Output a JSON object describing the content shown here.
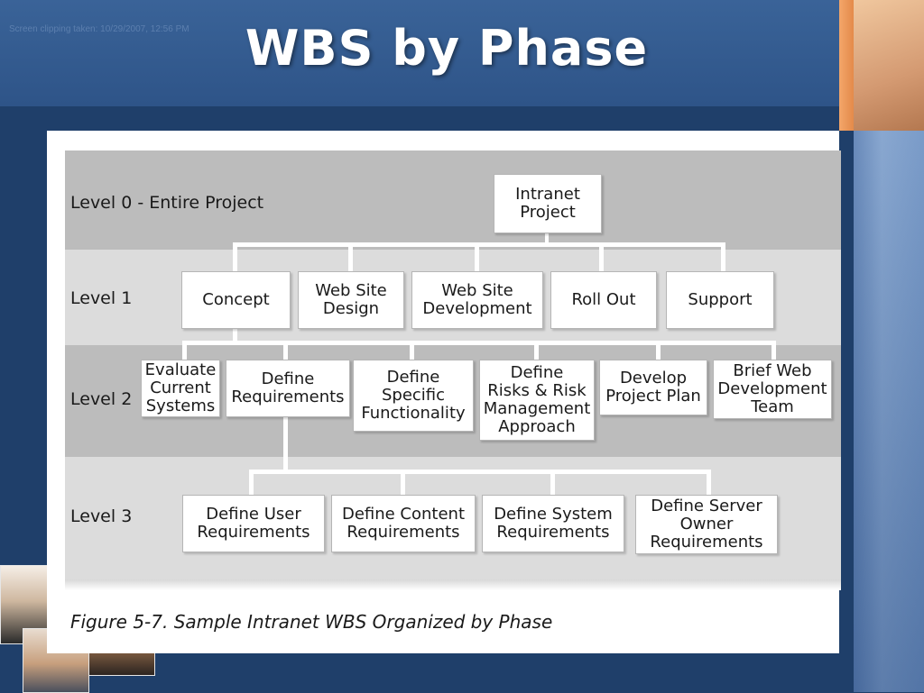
{
  "slide": {
    "title": "WBS by Phase",
    "timestamp": "Screen clipping taken: 10/29/2007, 12:56 PM"
  },
  "figure": {
    "caption": "Figure 5-7. Sample Intranet WBS Organized by Phase",
    "levels": [
      "Level 0 - Entire Project",
      "Level 1",
      "Level 2",
      "Level 3"
    ],
    "level0": [
      "Intranet\nProject"
    ],
    "level1": [
      "Concept",
      "Web Site\nDesign",
      "Web Site\nDevelopment",
      "Roll Out",
      "Support"
    ],
    "level2": [
      "Evaluate\nCurrent\nSystems",
      "Define\nRequirements",
      "Define\nSpecific\nFunctionality",
      "Define\nRisks & Risk\nManagement\nApproach",
      "Develop\nProject Plan",
      "Brief Web\nDevelopment\nTeam"
    ],
    "level3": [
      "Define User\nRequirements",
      "Define Content\nRequirements",
      "Define System\nRequirements",
      "Define Server\nOwner\nRequirements"
    ]
  },
  "colors": {
    "background": "#1f3f6a",
    "header": "#2e5488",
    "band_dark": "#bcbcbc",
    "band_light": "#dcdcdc"
  }
}
